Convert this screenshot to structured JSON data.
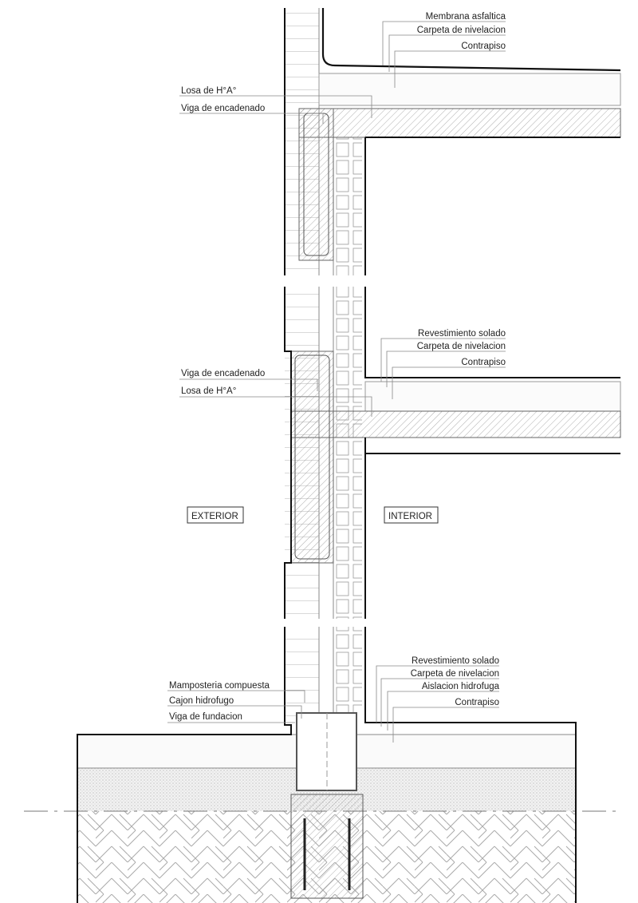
{
  "roof": {
    "labels": [
      "Membrana asfaltica",
      "Carpeta de nivelacion",
      "Contrapiso"
    ],
    "left_labels": [
      "Losa de H°A°",
      "Viga de encadenado"
    ]
  },
  "mid_floor": {
    "labels": [
      "Revestimiento solado",
      "Carpeta de nivelacion",
      "Contrapiso"
    ],
    "left_labels": [
      "Viga de encadenado",
      "Losa de H°A°"
    ]
  },
  "zones": {
    "exterior": "EXTERIOR",
    "interior": "INTERIOR"
  },
  "ground_floor": {
    "labels": [
      "Revestimiento solado",
      "Carpeta de nivelacion",
      "Aislacion hidrofuga",
      "Contrapiso"
    ],
    "left_labels": [
      "Mamposteria compuesta",
      "Cajon hidrofugo",
      "Viga de fundacion"
    ]
  },
  "colors": {
    "line": "#111111",
    "leader": "#888888",
    "hatch": "#9a9a9a"
  }
}
